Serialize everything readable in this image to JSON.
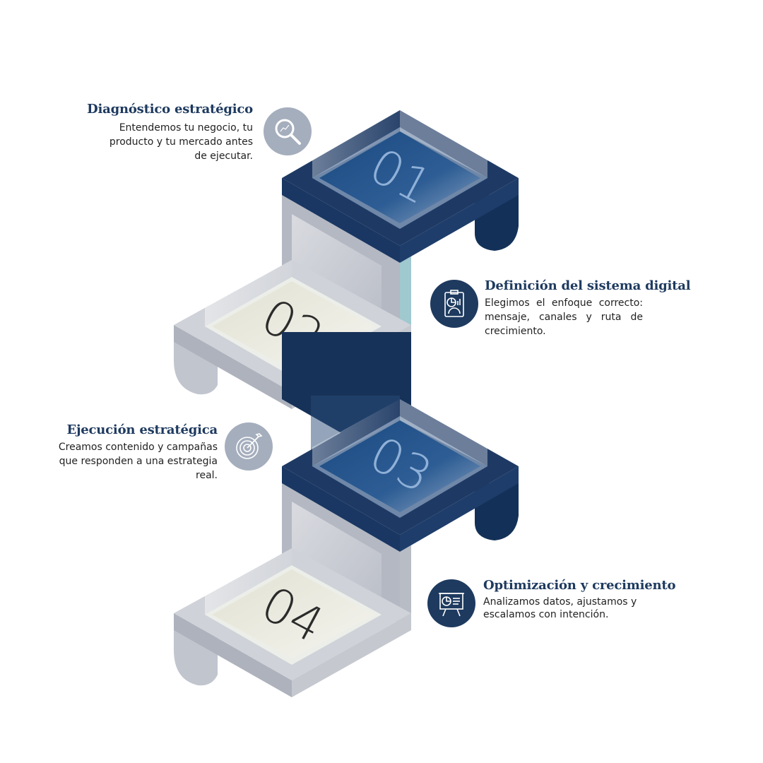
{
  "steps": [
    {
      "number": "01",
      "title": "Diagnóstico estratégico",
      "body": "Entendemos tu negocio, tu producto y tu mercado antes de ejecutar.",
      "icon": "magnifier-icon"
    },
    {
      "number": "02",
      "title": "Definición del sistema digital",
      "body": "Elegimos el enfoque correcto: mensaje, canales y ruta de crecimiento.",
      "icon": "clipboard-chart-icon"
    },
    {
      "number": "03",
      "title": "Ejecución estratégica",
      "body": "Creamos contenido y campañas que responden a una estrategia real.",
      "icon": "target-icon"
    },
    {
      "number": "04",
      "title": "Optimización y crecimiento",
      "body": "Analizamos datos, ajustamos y escalamos con intención.",
      "icon": "presentation-board-icon"
    }
  ],
  "colors": {
    "navy": "#1e3a5f",
    "light_gray": "#c3c7cf",
    "panel_cream": "#e4e3d6",
    "icon_gray": "#a5aebd"
  }
}
